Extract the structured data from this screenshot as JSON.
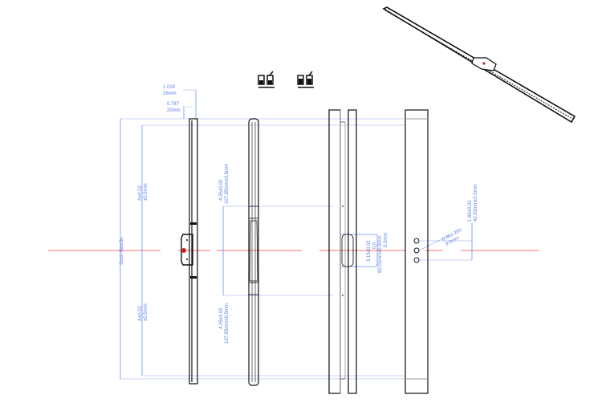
{
  "drawing": {
    "dimensions": {
      "top_outer": {
        "inch": "1.024",
        "mm": "26mm"
      },
      "top_inner": {
        "inch": "0.787",
        "mm": "20mm"
      },
      "upper_a": {
        "inch": "A±0.02",
        "mm": "±0.5mm"
      },
      "lower_a": {
        "inch": "A±0.02",
        "mm": "±0.5mm"
      },
      "upper_seg": {
        "inch": "4.25±0.02",
        "mm": "107.95mm±0.5mm"
      },
      "lower_seg": {
        "inch": "4.25±0.02",
        "mm": "107.95mm±0.5mm"
      },
      "overall": {
        "label": "Sash Handle"
      },
      "slot": {
        "inch": "3.15±0.02",
        "mm": "80.01mm±0.5mm",
        "inch2": "0.0",
        "mm2": "0.0mm"
      },
      "hole_offset": {
        "inch": "1.69±0.02",
        "mm": "42.93mm±0.5mm"
      },
      "hole_dia": {
        "inch": "0.36±.250",
        "mm": "9.0mm"
      }
    },
    "colors": {
      "centerline": "#f07070",
      "dimension": "#6f8ff0",
      "part": "#111111"
    }
  }
}
